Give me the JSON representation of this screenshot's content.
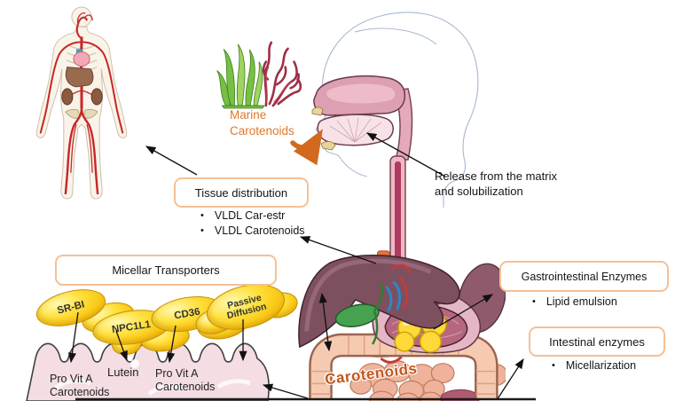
{
  "figure": {
    "marine_label": {
      "line1": "Marine",
      "line2": "Carotenoids"
    },
    "release_note": {
      "line1": "Release from the matrix",
      "line2": "and solubilization"
    },
    "tissue": {
      "title": "Tissue distribution",
      "bullets": [
        "VLDL Car-estr",
        "VLDL Carotenoids"
      ]
    },
    "micellar": {
      "title": "Micellar Transporters"
    },
    "transporters": {
      "srb1": "SR-BI",
      "npc1l1": "NPC1L1",
      "cd36": "CD36",
      "passive": {
        "line1": "Passive",
        "line2": "Diffusion"
      }
    },
    "gastro": {
      "title": "Gastrointestinal Enzymes",
      "bullet": "Lipid emulsion"
    },
    "intestinal": {
      "title": "Intestinal enzymes",
      "bullet": "Micellarization"
    },
    "enterocyte": {
      "label1": {
        "line1": "Pro Vit A",
        "line2": "Carotenoids"
      },
      "label2": "Lutein",
      "label3": {
        "line1": "Pro Vit A",
        "line2": "Carotenoids"
      }
    },
    "lumen": {
      "label": "Carotenoids"
    }
  },
  "colors": {
    "accent_orange": "#E0782A",
    "box_border": "#F6C094",
    "transporter_yellow": "#FFD600",
    "lumen_text": "#C0561C",
    "artery_red": "#C62828",
    "liver": "#7D505F"
  }
}
